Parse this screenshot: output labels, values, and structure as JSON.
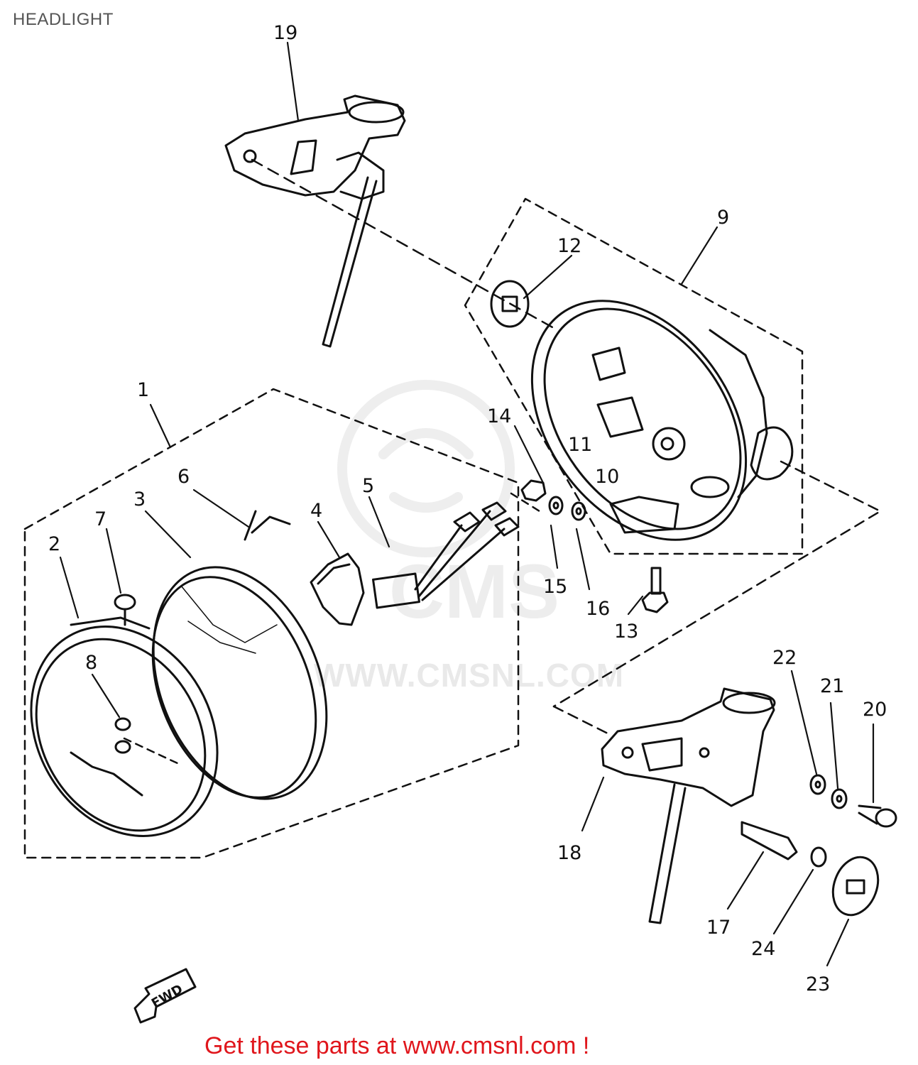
{
  "title": "HEADLIGHT",
  "footer": "Get these parts at www.cmsnl.com !",
  "watermark": {
    "brand": "CMS",
    "url": "WWW.CMSNL.COM"
  },
  "callouts": [
    "1",
    "2",
    "3",
    "4",
    "5",
    "6",
    "7",
    "8",
    "9",
    "10",
    "11",
    "12",
    "13",
    "14",
    "15",
    "16",
    "17",
    "18",
    "19",
    "20",
    "21",
    "22",
    "23",
    "24"
  ],
  "direction_tag": "FWD",
  "colors": {
    "line": "#111111",
    "footer": "#e0161c",
    "title": "#555555",
    "watermark": "#e9e9e9"
  }
}
